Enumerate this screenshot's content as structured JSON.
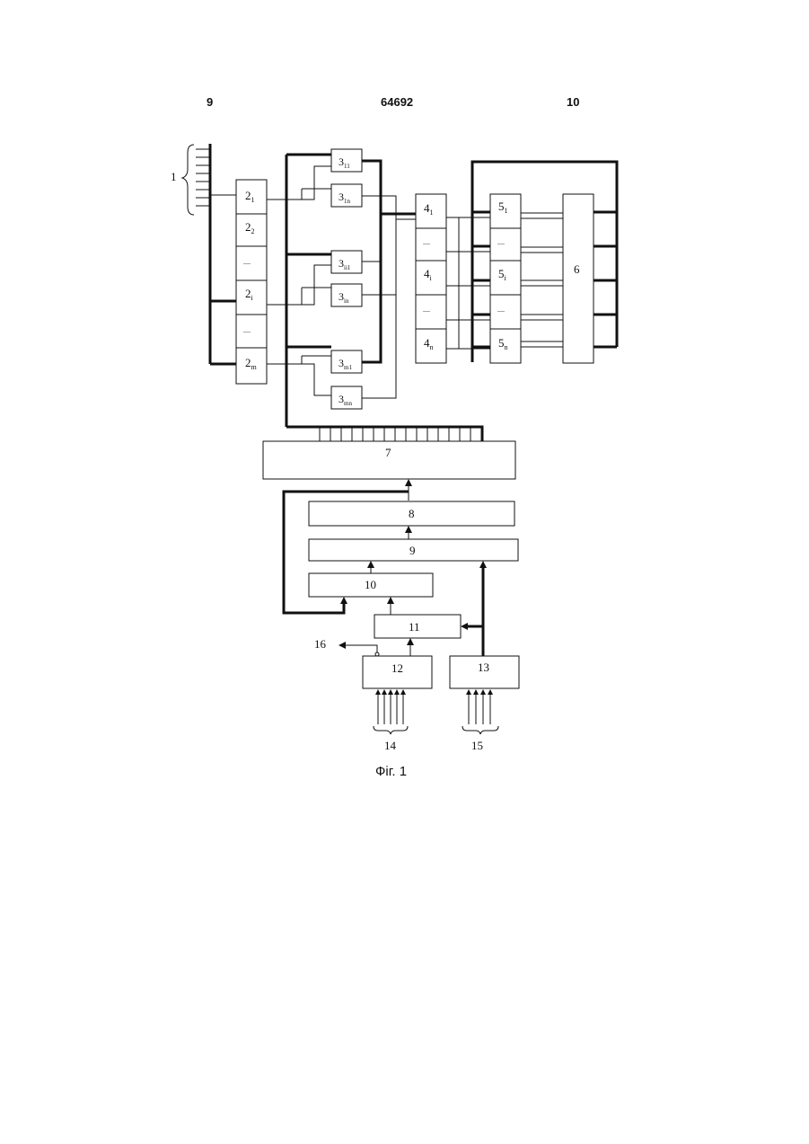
{
  "header": {
    "page_left": "9",
    "patent_number": "64692",
    "page_right": "10"
  },
  "caption": "Фіг. 1",
  "labels": {
    "input_bus": "1",
    "b2": [
      {
        "main": "2",
        "sub": "1"
      },
      {
        "main": "2",
        "sub": "2"
      },
      {
        "main": "....",
        "sub": ""
      },
      {
        "main": "2",
        "sub": "i"
      },
      {
        "main": "....",
        "sub": ""
      },
      {
        "main": "2",
        "sub": "m"
      }
    ],
    "b3": [
      {
        "main": "3",
        "sub": "11"
      },
      {
        "main": "3",
        "sub": "1n"
      },
      {
        "main": "3",
        "sub": "ii1"
      },
      {
        "main": "3",
        "sub": "in"
      },
      {
        "main": "3",
        "sub": "m1"
      },
      {
        "main": "3",
        "sub": "mn"
      }
    ],
    "b4": [
      {
        "main": "4",
        "sub": "1"
      },
      {
        "main": "....",
        "sub": ""
      },
      {
        "main": "4",
        "sub": "i"
      },
      {
        "main": "....",
        "sub": ""
      },
      {
        "main": "4",
        "sub": "n"
      }
    ],
    "b5": [
      {
        "main": "5",
        "sub": "1"
      },
      {
        "main": "....",
        "sub": ""
      },
      {
        "main": "5",
        "sub": "i"
      },
      {
        "main": "....",
        "sub": ""
      },
      {
        "main": "5",
        "sub": "n"
      }
    ],
    "block6": "6",
    "block7": "7",
    "block8": "8",
    "block9": "9",
    "block10": "10",
    "block11": "11",
    "block12": "12",
    "block13": "13",
    "in14": "14",
    "in15": "15",
    "out16": "16"
  }
}
